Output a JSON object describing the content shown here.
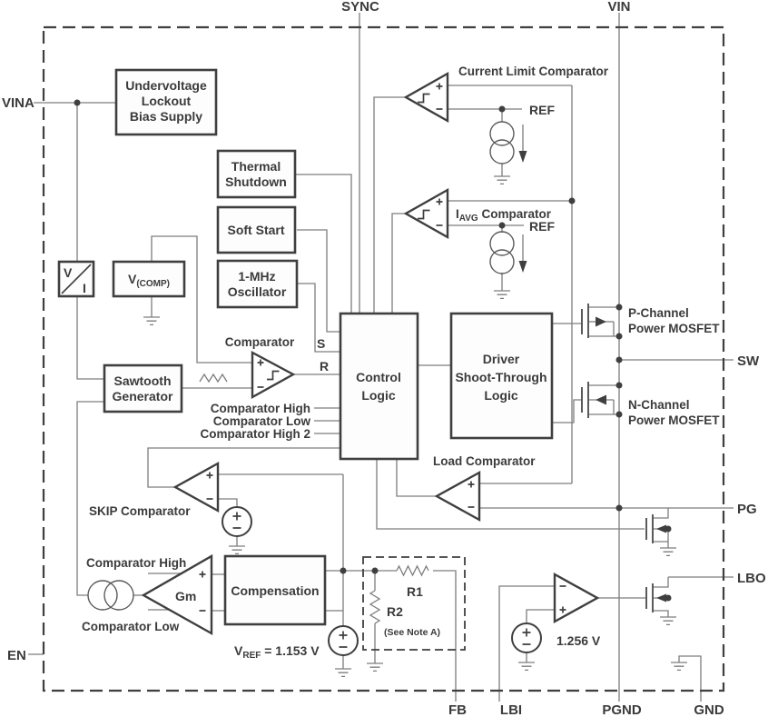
{
  "colors": {
    "wire": "#7d7d7d",
    "line": "#3f3f3f",
    "text": "#3b3b3b",
    "background": "#ffffff"
  },
  "pins": {
    "vina": "VINA",
    "en": "EN",
    "sync": "SYNC",
    "vin": "VIN",
    "sw": "SW",
    "pg": "PG",
    "lbo": "LBO",
    "fb": "FB",
    "lbi": "LBI",
    "pgnd": "PGND",
    "gnd": "GND"
  },
  "blocks": {
    "uvlo": {
      "l1": "Undervoltage",
      "l2": "Lockout",
      "l3": "Bias Supply"
    },
    "thermal": {
      "l1": "Thermal",
      "l2": "Shutdown"
    },
    "soft_start": {
      "l1": "Soft Start"
    },
    "oscillator": {
      "l1": "1-MHz",
      "l2": "Oscillator"
    },
    "v_i": {
      "v": "V",
      "i": "I"
    },
    "vcomp": {
      "main": "V",
      "sub": "(COMP)"
    },
    "sawtooth": {
      "l1": "Sawtooth",
      "l2": "Generator"
    },
    "control": {
      "l1": "Control",
      "l2": "Logic"
    },
    "driver": {
      "l1": "Driver",
      "l2": "Shoot-Through",
      "l3": "Logic"
    },
    "compensation": {
      "l1": "Compensation"
    }
  },
  "comparators": {
    "current_limit": "Current Limit Comparator",
    "iavg": {
      "main": "I",
      "sub": "AVG",
      "rest": " Comparator"
    },
    "pwm": "Comparator",
    "skip": "SKIP Comparator",
    "load": "Load Comparator",
    "gm": "Gm"
  },
  "signals": {
    "s": "S",
    "r": "R",
    "comp_high": "Comparator High",
    "comp_low": "Comparator Low",
    "comp_high2": "Comparator High 2",
    "gm_high": "Comparator High",
    "gm_low": "Comparator Low",
    "ref_cl": "REF",
    "ref_iavg": "REF"
  },
  "mosfets": {
    "p": {
      "l1": "P-Channel",
      "l2": "Power MOSFET"
    },
    "n": {
      "l1": "N-Channel",
      "l2": "Power MOSFET"
    }
  },
  "values": {
    "vref": {
      "main": "V",
      "sub": "REF",
      "rest": " = 1.153 V"
    },
    "lbo_threshold": "1.256 V",
    "r1": "R1",
    "r2": "R2",
    "note": "(See Note A)"
  }
}
